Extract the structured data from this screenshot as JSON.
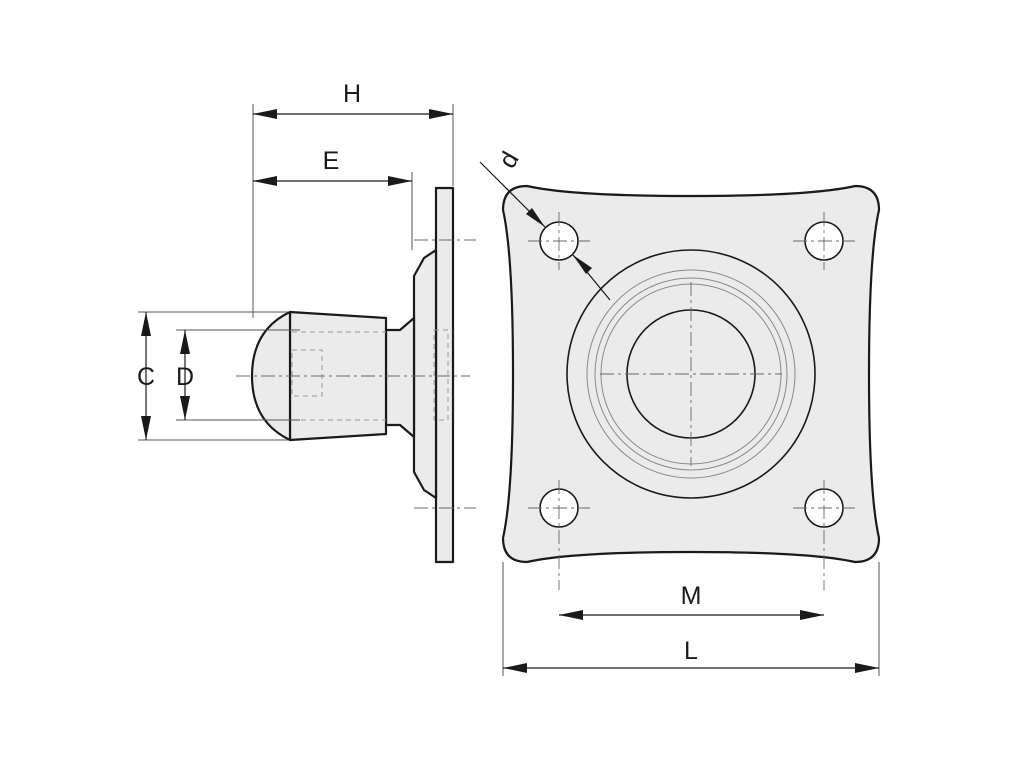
{
  "dimensions": {
    "H": "H",
    "E": "E",
    "C": "C",
    "D": "D",
    "d": "d",
    "M": "M",
    "L": "L"
  }
}
